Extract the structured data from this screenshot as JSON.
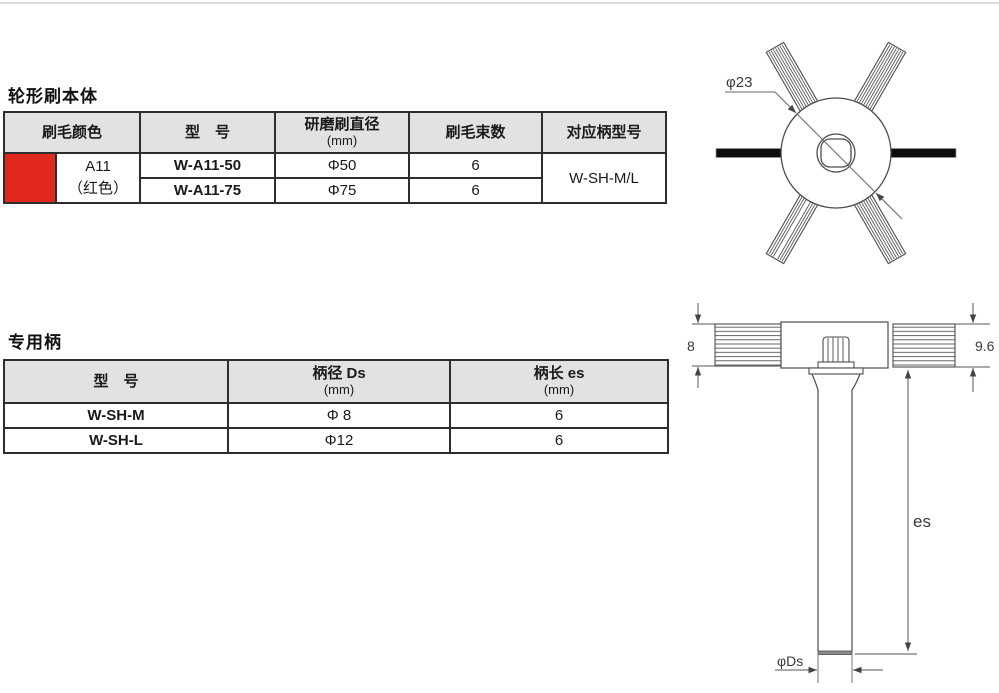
{
  "brush_section": {
    "title": "轮形刷本体",
    "table": {
      "col_color": "刷毛颜色",
      "col_model": "型　号",
      "col_diameter_line1": "研磨刷直径",
      "col_diameter_line2": "(mm)",
      "col_bundles": "刷毛束数",
      "col_handle": "对应柄型号",
      "color_code": "A11",
      "color_name": "（红色）",
      "swatch_color": "#e0281f",
      "rows": [
        {
          "model": "W-A11-50",
          "diameter": "Φ50",
          "bundles": "6"
        },
        {
          "model": "W-A11-75",
          "diameter": "Φ75",
          "bundles": "6"
        }
      ],
      "handle_model": "W-SH-M/L"
    }
  },
  "handle_section": {
    "title": "专用柄",
    "table": {
      "col_model": "型　号",
      "col_ds_line1": "柄径 Ds",
      "col_ds_line2": "(mm)",
      "col_es_line1": "柄长 es",
      "col_es_line2": "(mm)",
      "rows": [
        {
          "model": "W-SH-M",
          "ds": "Φ 8",
          "es": "6"
        },
        {
          "model": "W-SH-L",
          "ds": "Φ12",
          "es": "6"
        }
      ]
    }
  },
  "wheel_diagram": {
    "dim_hub_diameter": "φ23"
  },
  "handle_diagram": {
    "dim_brush_width_left": "8",
    "dim_brush_width_right": "9.6",
    "dim_shank_length": "es",
    "dim_shank_diameter": "φDs"
  }
}
